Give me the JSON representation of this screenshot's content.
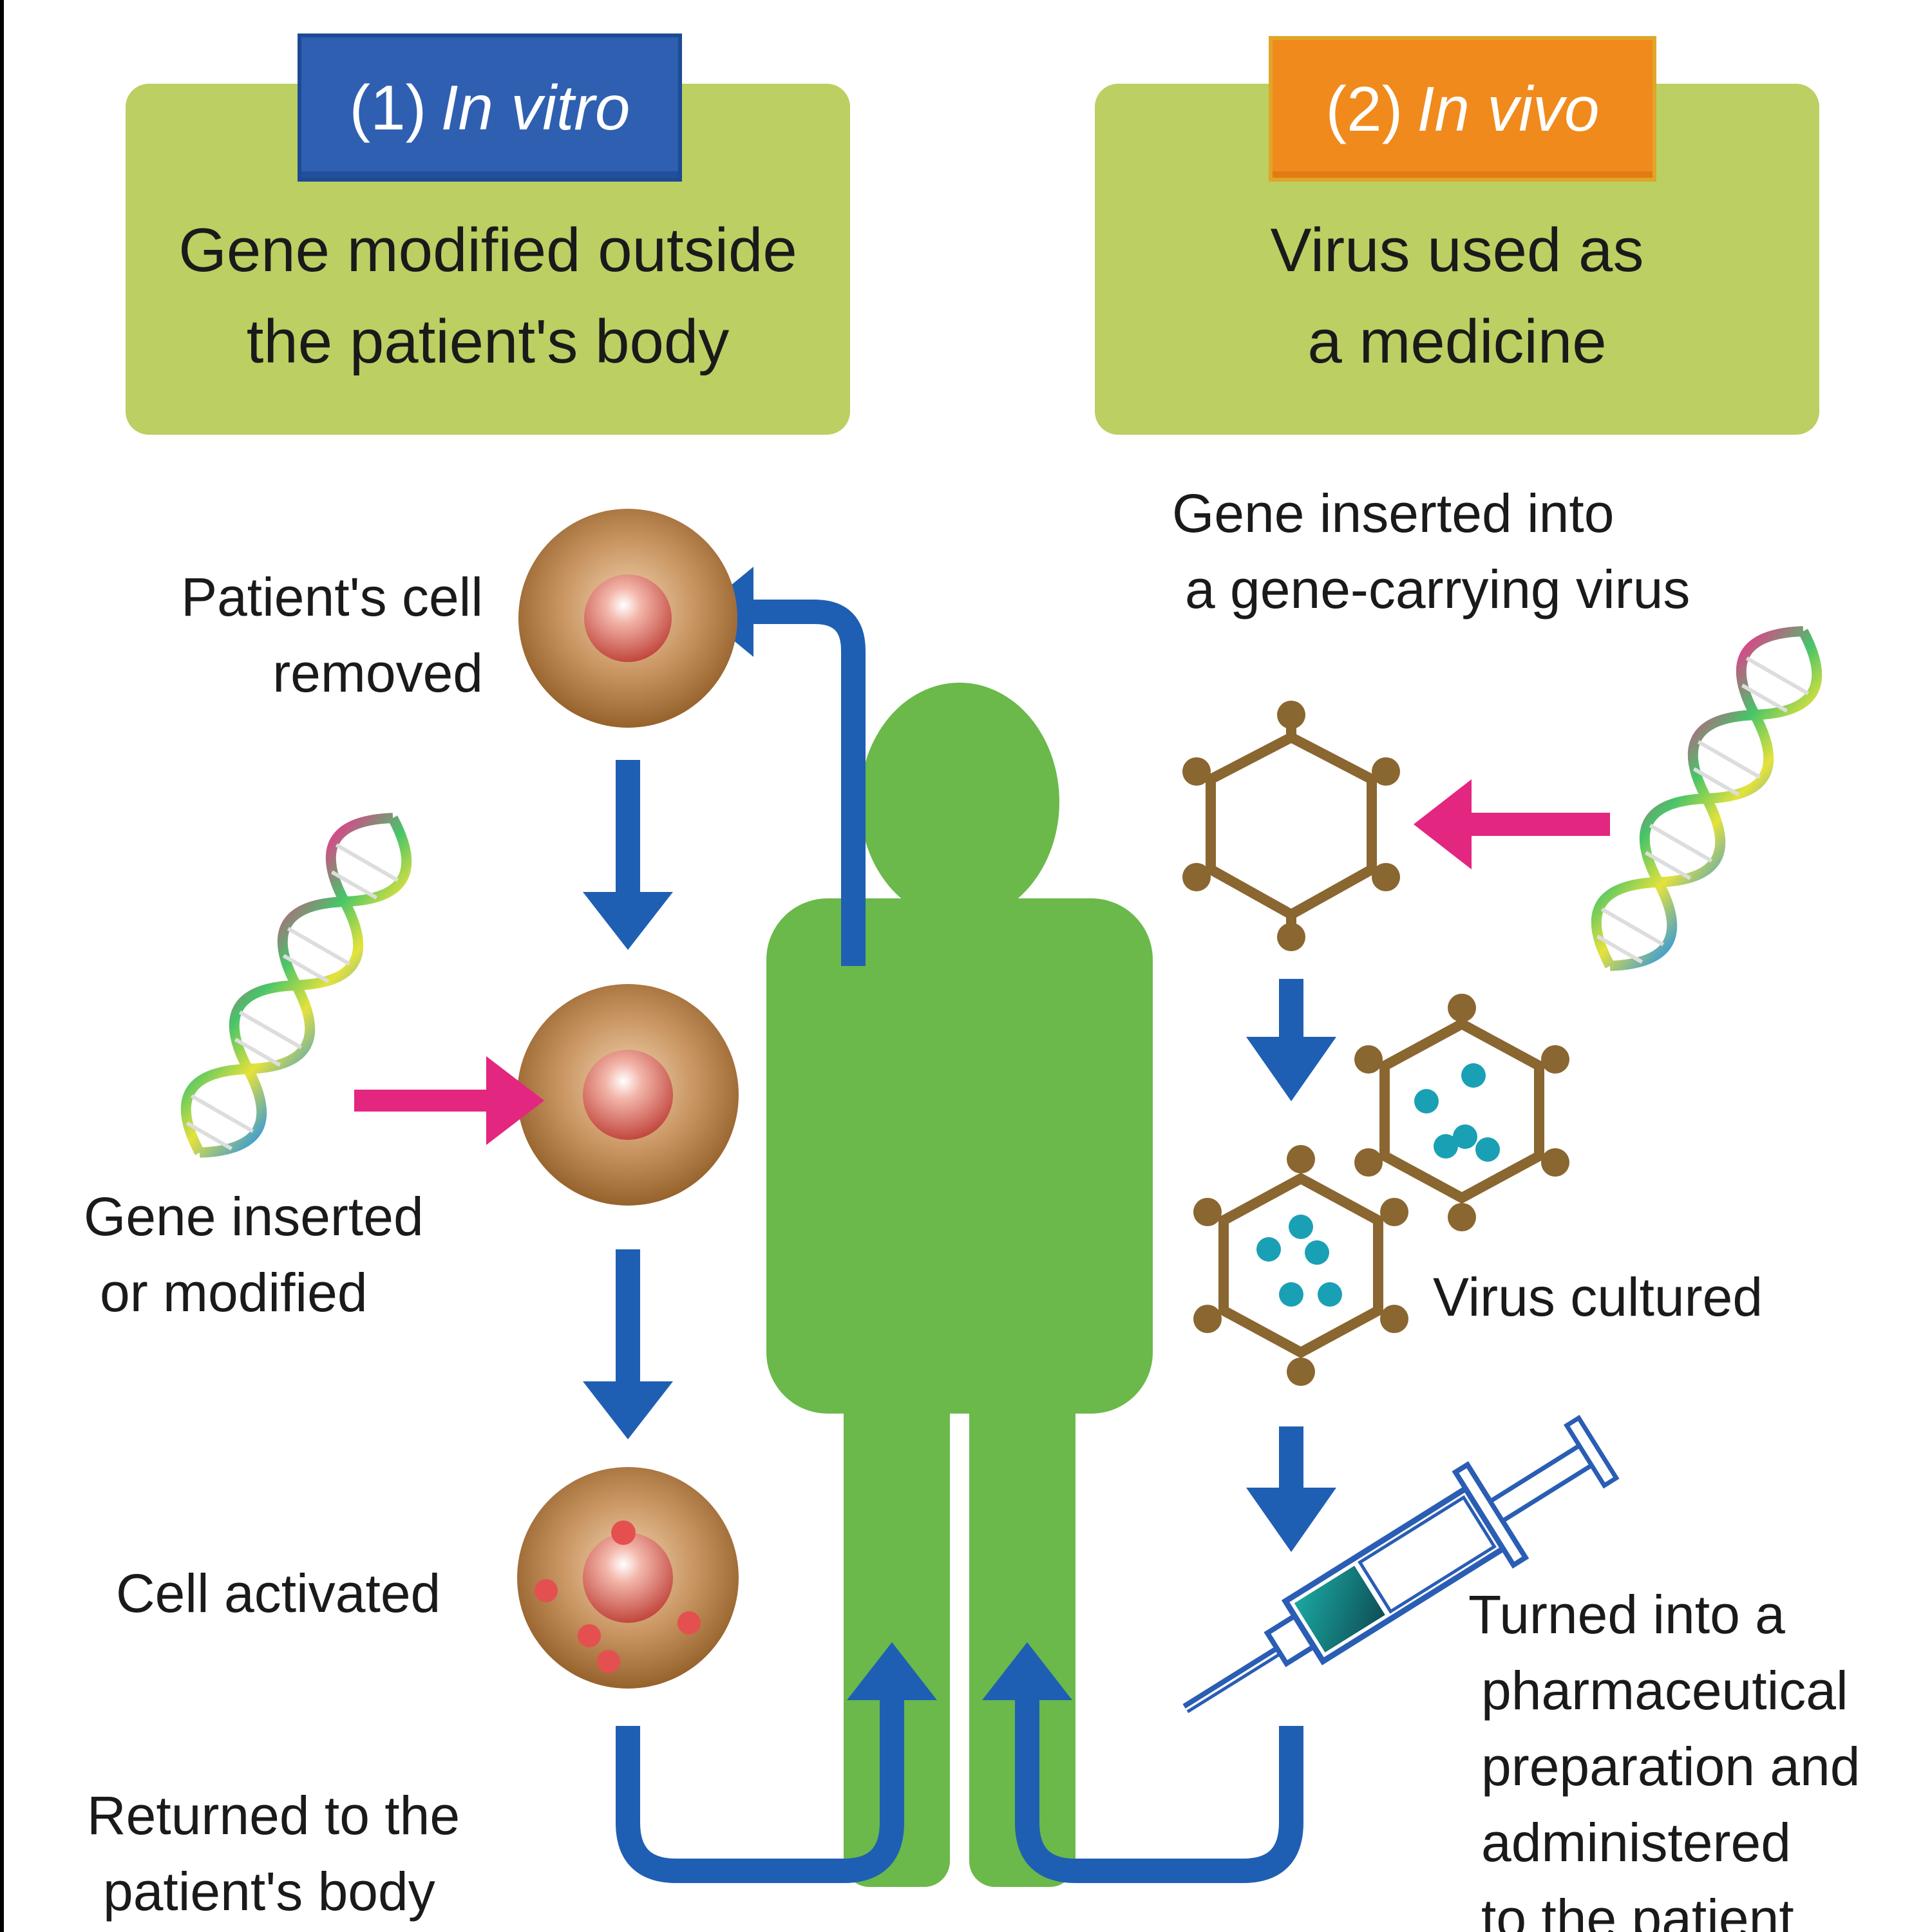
{
  "in_vitro": {
    "number": "(1)",
    "tag_italic": "In vitro",
    "title_line1": "Gene modified outside",
    "title_line2": "the patient's body",
    "color": "#2f5fb0"
  },
  "in_vivo": {
    "number": "(2)",
    "tag_italic": "In vivo",
    "title_line1": "Virus used as",
    "title_line2": "a medicine",
    "color": "#f08a1c"
  },
  "labels": {
    "cell_removed_l1": "Patient's cell",
    "cell_removed_l2": "removed",
    "gene_inserted_l1": "Gene inserted",
    "gene_inserted_l2": "or modified",
    "cell_activated": "Cell activated",
    "returned_l1": "Returned to the",
    "returned_l2": "patient's body",
    "virus_gene_l1": "Gene inserted into",
    "virus_gene_l2": "a gene-carrying virus",
    "virus_cultured": "Virus cultured",
    "pharma_l1": "Turned into a",
    "pharma_l2": "pharmaceutical",
    "pharma_l3": "preparation and",
    "pharma_l4": "administered",
    "pharma_l5": "to the patient"
  },
  "colors": {
    "box_fill": "#bccf62",
    "body_green": "#6ab94a",
    "arrow_blue": "#1f5fb3",
    "insert_pink": "#e3267f",
    "virus_brown": "#8a6630",
    "virus_dots": "#1aa0b4"
  },
  "icons": [
    "human-figure-icon",
    "cell-icon",
    "dna-helix-icon",
    "virus-icon",
    "syringe-icon"
  ]
}
